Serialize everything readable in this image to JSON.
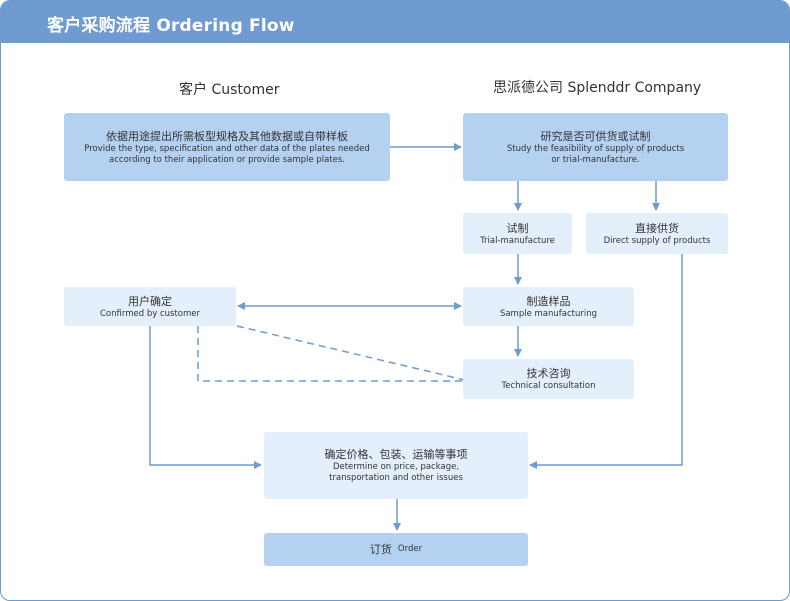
{
  "header": {
    "title": "客户采购流程 Ordering Flow"
  },
  "columns": {
    "customer": "客户 Customer",
    "company": "思派德公司  Splenddr Company"
  },
  "boxes": {
    "provide": {
      "zh": "依据用途提出所需板型规格及其他数据或自带样板",
      "en1": "Provide the type, specification and other data of the plates needed",
      "en2": "according to their application or provide sample plates."
    },
    "study": {
      "zh": "研究是否可供货或试制",
      "en1": "Study the feasibility of supply of products",
      "en2": "or trial-manufacture."
    },
    "trial": {
      "zh": "试制",
      "en": "Trial-manufacture"
    },
    "direct": {
      "zh": "直接供货",
      "en": "Direct supply of products"
    },
    "confirmed": {
      "zh": "用户确定",
      "en": "Confirmed by customer"
    },
    "sample": {
      "zh": "制造样品",
      "en": "Sample manufacturing"
    },
    "tech": {
      "zh": "技术咨询",
      "en": "Technical consultation"
    },
    "determine": {
      "zh": "确定价格、包装、运输等事项",
      "en1": "Determine on price, package,",
      "en2": "transportation and other issues"
    },
    "order": {
      "zh": "订货",
      "en": "Order"
    }
  },
  "colors": {
    "header": "#6f9bd0",
    "dark_box": "#b5d1f1",
    "light_box": "#e3effb",
    "line": "#6f9bd0"
  }
}
